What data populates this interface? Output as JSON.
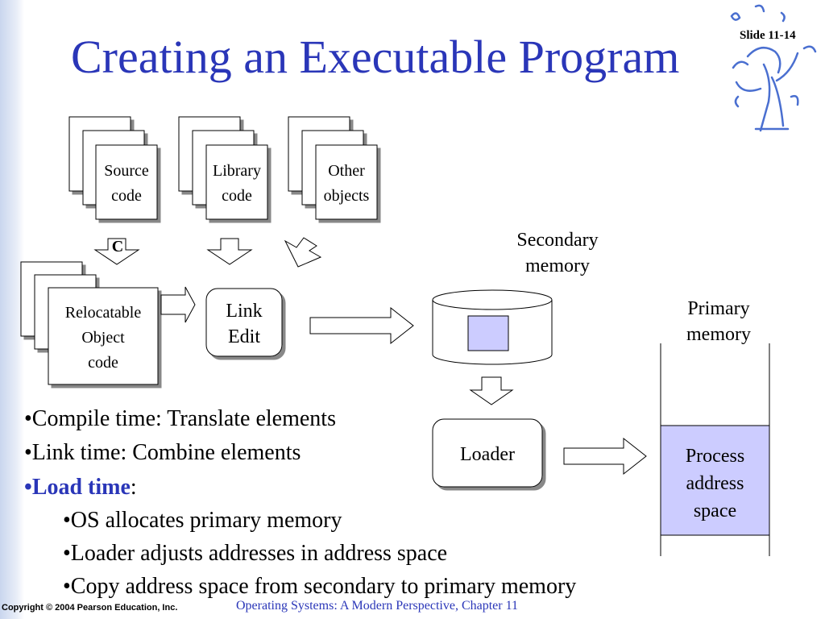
{
  "slide": {
    "title": "Creating an Executable Program",
    "label": "Slide 11-14"
  },
  "diagram": {
    "source_line1": "Source",
    "source_line2": "code",
    "library_line1": "Library",
    "library_line2": "code",
    "other_line1": "Other",
    "other_line2": "objects",
    "compiler_tag": "C",
    "reloc_line1": "Relocatable",
    "reloc_line2": "Object",
    "reloc_line3": "code",
    "link_line1": "Link",
    "link_line2": "Edit",
    "secondary_line1": "Secondary",
    "secondary_line2": "memory",
    "primary_line1": "Primary",
    "primary_line2": "memory",
    "loader": "Loader",
    "process_line1": "Process",
    "process_line2": "address",
    "process_line3": "space"
  },
  "bullets": {
    "b1": "•Compile time: Translate elements",
    "b2": "•Link time: Combine elements",
    "b3_bullet": "•",
    "b3_highlight": "Load time",
    "b3_rest": ":",
    "b4": "•OS allocates primary memory",
    "b5": "•Loader adjusts addresses in address space",
    "b6": "•Copy address space from secondary to primary memory"
  },
  "footer": {
    "copyright": "Copyright © 2004 Pearson Education, Inc.",
    "course": "Operating Systems: A Modern Perspective, Chapter 11"
  },
  "colors": {
    "title": "#2a36b8",
    "process_fill": "#ccccff",
    "highlight": "#2a36b8"
  }
}
